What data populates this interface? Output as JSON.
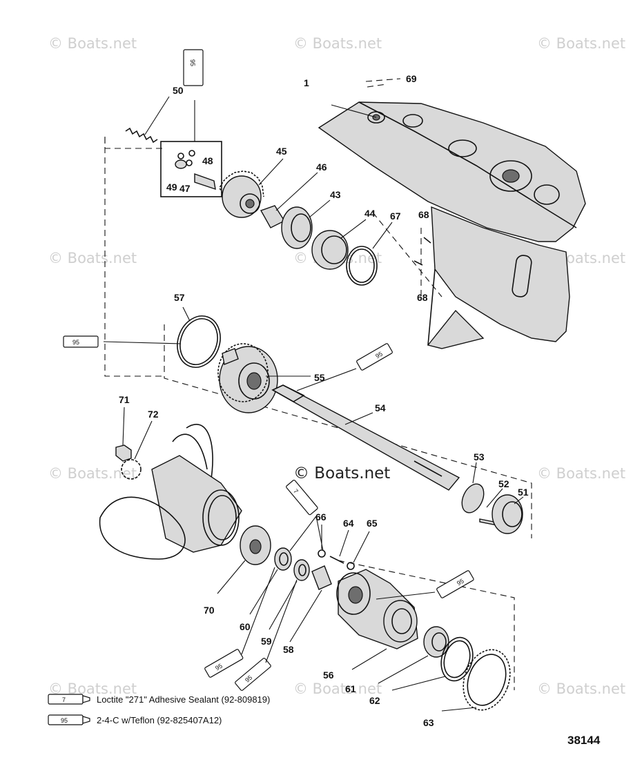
{
  "watermark": "© Boats.net",
  "figure_number": "38144",
  "callouts": {
    "c1": "1",
    "c69": "69",
    "c50": "50",
    "c48": "48",
    "c49": "49",
    "c47": "47",
    "c45": "45",
    "c46": "46",
    "c43": "43",
    "c44": "44",
    "c67": "67",
    "c68a": "68",
    "c68b": "68",
    "c57": "57",
    "c55": "55",
    "c54": "54",
    "c71": "71",
    "c72": "72",
    "c53": "53",
    "c52": "52",
    "c51": "51",
    "c65": "65",
    "c66": "66",
    "c64": "64",
    "c70": "70",
    "c60": "60",
    "c59": "59",
    "c58": "58",
    "c56": "56",
    "c61": "61",
    "c62": "62",
    "c63": "63"
  },
  "tube_labels": {
    "t95a": "95",
    "t95b": "95",
    "t95c": "95",
    "t95d": "95",
    "t95e": "95",
    "t95f": "95",
    "t7a": "7"
  },
  "legend": [
    {
      "tube": "7",
      "text": "Loctite \"271\" Adhesive Sealant (92-809819)"
    },
    {
      "tube": "95",
      "text": "2-4-C w/Teflon (92-825407A12)"
    }
  ]
}
